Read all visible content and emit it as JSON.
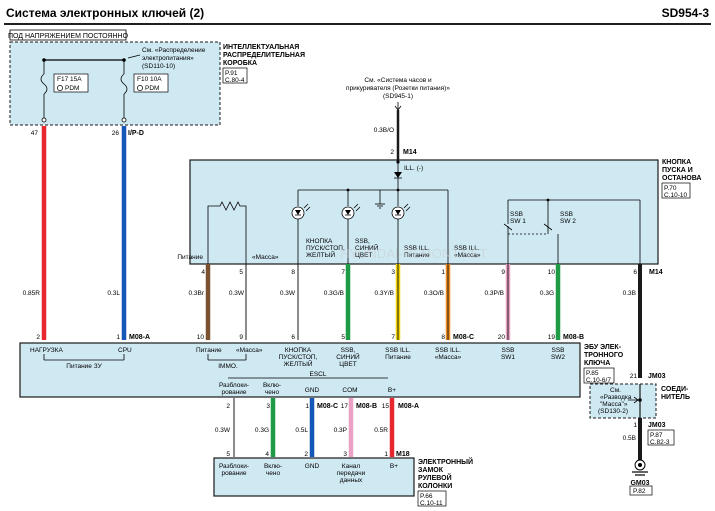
{
  "header": {
    "title": "Система электронных ключей (2)",
    "code": "SD954-3"
  },
  "power_box": {
    "always_on_label": "ПОД НАПРЯЖЕНИЕМ ПОСТОЯННО",
    "ref_text": [
      "См. «Распределение",
      "электропитания»",
      "(SD110-10)"
    ],
    "fuse1": {
      "name": "F17 15A",
      "sub": "PDM"
    },
    "fuse2": {
      "name": "F10 10A",
      "sub": "PDM"
    },
    "label": [
      "ИНТЕЛЛЕКТУАЛЬНАЯ",
      "РАСПРЕДЕЛИТЕЛЬНАЯ",
      "КОРОБКА"
    ],
    "page_ref": [
      "P.91",
      "C.80-4"
    ],
    "pin_left": "47",
    "pin_right": "26",
    "connector": "I/P-D"
  },
  "clock_ref": {
    "text": [
      "См. «Система часов и",
      "прикуривателя (Розетки питания)»",
      "(SD945-1)"
    ],
    "wire": "0.3B/O",
    "pin": "2",
    "connector": "M14"
  },
  "start_button": {
    "label": [
      "КНОПКА",
      "ПУСКА И",
      "ОСТАНОВА"
    ],
    "page_ref": [
      "P.70",
      "C.10-10"
    ],
    "ill_label": "ILL. (-)",
    "ssb_sw1": [
      "SSB",
      "SW 1"
    ],
    "ssb_sw2": [
      "SSB",
      "SW 2"
    ],
    "lbl_power": "Питание",
    "lbl_mass": "«Масса»",
    "lbl_yellow": [
      "КНОПКА",
      "ПУСК/СТОП,",
      "ЖЕЛТЫЙ"
    ],
    "lbl_blue": [
      "SSB,",
      "СИНИЙ",
      "ЦВЕТ"
    ],
    "lbl_ill_power": [
      "SSB ILL.",
      "Питание"
    ],
    "lbl_ill_mass": [
      "SSB ILL.",
      "«Масса»"
    ],
    "pins_top": [
      "4",
      "5",
      "8",
      "7",
      "3",
      "1",
      "9",
      "10",
      "6"
    ],
    "connector": "M14"
  },
  "wires": {
    "left_red": "0.85R",
    "left_blue": "0.3L",
    "br": "0.3Br",
    "w1": "0.3W",
    "w2": "0.3W",
    "gb": "0.3G/B",
    "yb": "0.3Y/B",
    "ob": "0.3O/B",
    "pb": "0.3P/B",
    "g": "0.3G",
    "b": "0.3B"
  },
  "ecu": {
    "label": [
      "ЭБУ ЭЛЕК-",
      "ТРОННОГО",
      "КЛЮЧА"
    ],
    "page_ref": [
      "P.85",
      "C.10-6/7"
    ],
    "pins_left": [
      "2",
      "1"
    ],
    "conn_a": "M08-A",
    "load": "НАГРУЗКА",
    "cpu": "CPU",
    "power_3u": "Питание ЗУ",
    "pins_mid": [
      "10",
      "9",
      "6",
      "5",
      "7",
      "8"
    ],
    "conn_c": "M08-C",
    "pins_right": [
      "20",
      "19"
    ],
    "conn_b": "M08-B",
    "lbl_power": "Питание",
    "lbl_mass": "«Масса»",
    "immo": "IMMO.",
    "lbl_yellow": [
      "КНОПКА",
      "ПУСК/СТОП,",
      "ЖЕЛТЫЙ"
    ],
    "lbl_blue": [
      "SSB,",
      "СИНИЙ",
      "ЦВЕТ"
    ],
    "lbl_ill_power": [
      "SSB ILL.",
      "Питание"
    ],
    "lbl_ill_mass": [
      "SSB ILL.",
      "«Масса»"
    ],
    "lbl_sw1": [
      "SSB",
      "SW1"
    ],
    "lbl_sw2": [
      "SSB",
      "SW2"
    ],
    "escl": "ESCL",
    "esc_unlock": [
      "Разблоки-",
      "рование"
    ],
    "esc_on": [
      "Вклю-",
      "чено"
    ],
    "esc_gnd": "GND",
    "esc_com": "COM",
    "esc_bplus": "B+",
    "esc_pins": [
      "2",
      "3",
      "1",
      "17",
      "15"
    ],
    "conn_esc_c": "M08-C",
    "conn_esc_b": "M08-B",
    "conn_esc_a": "M08-A"
  },
  "connector_jm03": {
    "pin": "21",
    "name": "JM03",
    "ref_text": [
      "См.",
      "«Разводка",
      "\"Масса\"»",
      "(SD130-2)"
    ],
    "label": [
      "СОЕДИ-",
      "НИТЕЛЬ"
    ],
    "pin2": "1",
    "name2": "JM03",
    "page_ref": [
      "P.87",
      "C.82-3"
    ],
    "wire": "0.5B",
    "ground": "GM03",
    "ground_ref": "P.82"
  },
  "lock": {
    "wires": [
      "0.3W",
      "0.3G",
      "0.5L",
      "0.3P",
      "0.5R"
    ],
    "pins": [
      "5",
      "4",
      "2",
      "3",
      "1"
    ],
    "connector": "M18",
    "unlock": [
      "Разблоки-",
      "рование"
    ],
    "on": [
      "Вклю-",
      "чено"
    ],
    "gnd": "GND",
    "channel": [
      "Канал",
      "передачи",
      "данных"
    ],
    "bplus": "B+",
    "label": [
      "ЭЛЕКТРОННЫЙ",
      "ЗАМОК",
      "РУЛЕВОЙ",
      "КОЛОНКИ"
    ],
    "page_ref": [
      "P.66",
      "C.10-11"
    ]
  },
  "watermark": "HYUNDAI-REMONT.NET",
  "colors": {
    "box_fill": "#cfe9f3",
    "red": "#e8262d",
    "blue": "#1457b8",
    "brown": "#7a5230",
    "green": "#1f9b45",
    "yellow": "#f2d300",
    "orange": "#f08c1e",
    "pink": "#e9a2c6",
    "black": "#1a1a1a"
  }
}
